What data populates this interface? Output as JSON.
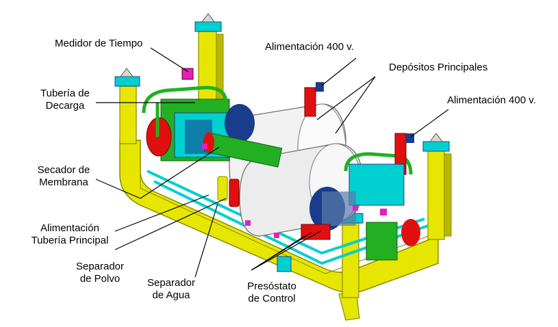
{
  "labels": {
    "medidor": "Medidor de Tiempo",
    "tuberia_descarga": [
      "Tubería de",
      "Decarga"
    ],
    "secador": [
      "Secador de",
      "Membrana"
    ],
    "alim_tuberia": [
      "Alimentación",
      "Tubería Principal"
    ],
    "sep_polvo": [
      "Separador",
      "de Polvo"
    ],
    "sep_agua": [
      "Separador",
      "de Agua"
    ],
    "presostato": [
      "Presóstato",
      "de Control"
    ],
    "alim_400_a": "Alimentación 400 v.",
    "depositos": "Depósitos Principales",
    "alim_400_b": "Alimentación 400 v."
  },
  "colors": {
    "frame": "#e6e600",
    "frame_edge": "#8a8a00",
    "tank": "#f2f2f2",
    "cyan": "#00d0d0",
    "green": "#22b022",
    "red": "#e01010",
    "magenta": "#e020c0",
    "blue": "#1a3c8c",
    "gray": "#9aa0a6"
  }
}
